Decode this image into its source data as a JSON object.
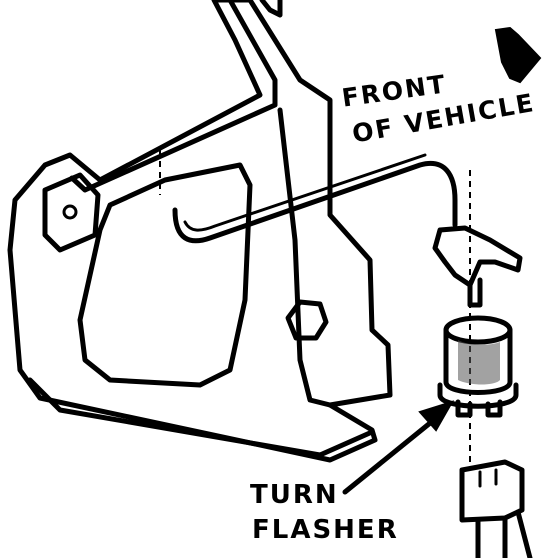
{
  "callouts": {
    "front_line1": "FRONT",
    "front_line2": "OF VEHICLE",
    "flasher_line1": "TURN",
    "flasher_line2": "FLASHER"
  },
  "colors": {
    "ink": "#000000",
    "background": "#ffffff"
  },
  "icons": {
    "direction_arrow": "front-arrow-icon",
    "pointer_arrow": "flasher-pointer-arrow"
  }
}
